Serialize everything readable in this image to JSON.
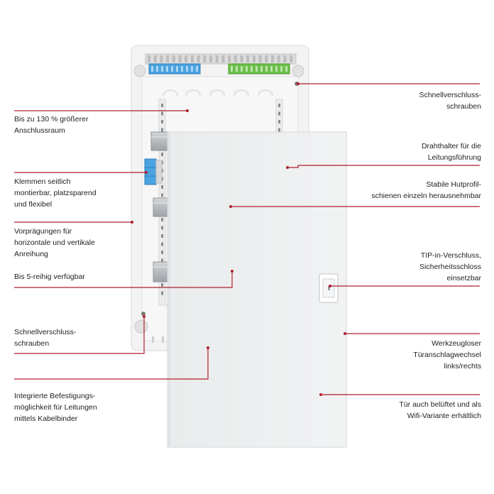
{
  "colors": {
    "accent_line": "#b01e2d",
    "frame": "#f1f1f1",
    "door": "#ebedee",
    "rail": "#b9bdc1",
    "terminal_blue": "#4aa3e0",
    "terminal_green": "#6cc04a"
  },
  "labels": {
    "left": [
      {
        "id": "anschlussraum",
        "lines": [
          "Bis zu 130 % größerer",
          "Anschlussraum"
        ]
      },
      {
        "id": "klemmen",
        "lines": [
          "Klemmen seitlich",
          "montierbar, platzsparend",
          "und flexibel"
        ]
      },
      {
        "id": "vorpraegungen",
        "lines": [
          "Vorprägungen für",
          "horizontale und vertikale",
          "Anreihung"
        ]
      },
      {
        "id": "reihig",
        "lines": [
          "Bis 5-reihig verfügbar"
        ]
      },
      {
        "id": "schnellverschluss-left",
        "lines": [
          "Schnellverschluss-",
          "schrauben"
        ]
      },
      {
        "id": "befestigung",
        "lines": [
          "Integrierte Befestigungs-",
          "möglichkeit für Leitungen",
          "mittels Kabelbinder"
        ]
      }
    ],
    "right": [
      {
        "id": "schnellverschluss-right",
        "lines": [
          "Schnellverschluss-",
          "schrauben"
        ]
      },
      {
        "id": "drahthalter",
        "lines": [
          "Drahthalter für die",
          "Leitungsführung"
        ]
      },
      {
        "id": "hutprofil",
        "lines": [
          "Stabile Hutprofil-",
          "schienen einzeln herausnehmbar"
        ]
      },
      {
        "id": "tip",
        "lines": [
          "TIP-in-Verschluss,",
          "Sicherheitsschloss",
          "einsetzbar"
        ]
      },
      {
        "id": "tueranschlag",
        "lines": [
          "Werkzeugloser",
          "Türanschlagwechsel",
          "links/rechts"
        ]
      },
      {
        "id": "tuer",
        "lines": [
          "Tür auch belüftet und als",
          "Wifi-Variante erhältlich"
        ]
      }
    ]
  }
}
